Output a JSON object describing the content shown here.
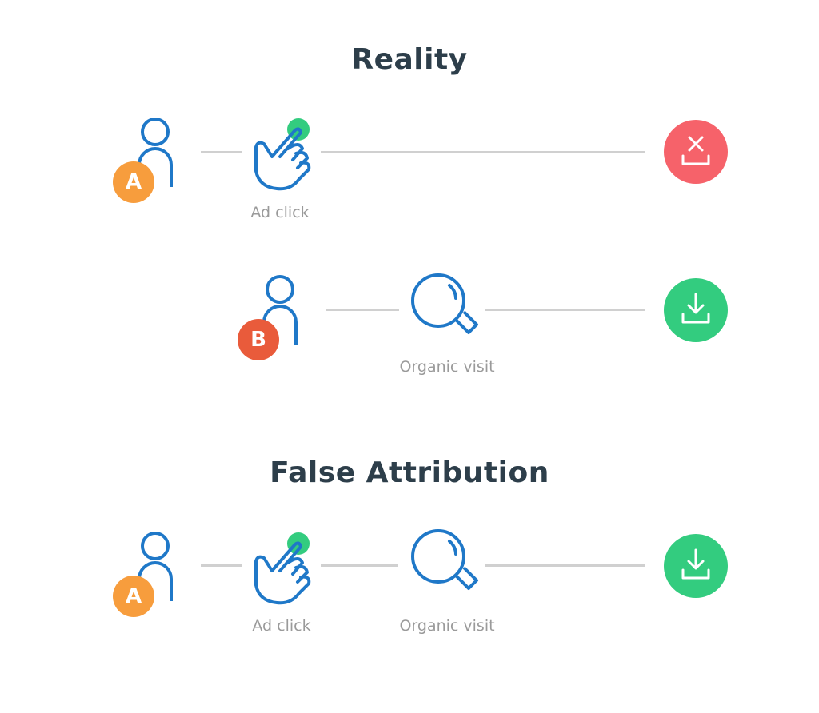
{
  "sections": {
    "reality": {
      "title": "Reality",
      "rows": [
        {
          "user_badge": "A",
          "user_badge_color": "#f79d3d",
          "steps": [
            {
              "label": "Ad click",
              "icon": "pointing-hand-icon"
            }
          ],
          "outcome": {
            "icon": "download-cancelled-icon",
            "status": "no conversion",
            "color": "#f6626a"
          }
        },
        {
          "user_badge": "B",
          "user_badge_color": "#e95b3b",
          "steps": [
            {
              "label": "Organic visit",
              "icon": "magnifier-icon"
            }
          ],
          "outcome": {
            "icon": "download-icon",
            "status": "conversion",
            "color": "#33cc7f"
          }
        }
      ]
    },
    "false_attribution": {
      "title": "False Attribution",
      "rows": [
        {
          "user_badge": "A",
          "user_badge_color": "#f79d3d",
          "steps": [
            {
              "label": "Ad click",
              "icon": "pointing-hand-icon"
            },
            {
              "label": "Organic visit",
              "icon": "magnifier-icon"
            }
          ],
          "outcome": {
            "icon": "download-icon",
            "status": "conversion",
            "color": "#33cc7f"
          }
        }
      ]
    }
  },
  "colors": {
    "icon_stroke": "#1f78c8",
    "click_dot": "#33cc7f",
    "connector": "#d0d0d0",
    "title": "#2d3e4a",
    "label": "#9a9a9a"
  }
}
